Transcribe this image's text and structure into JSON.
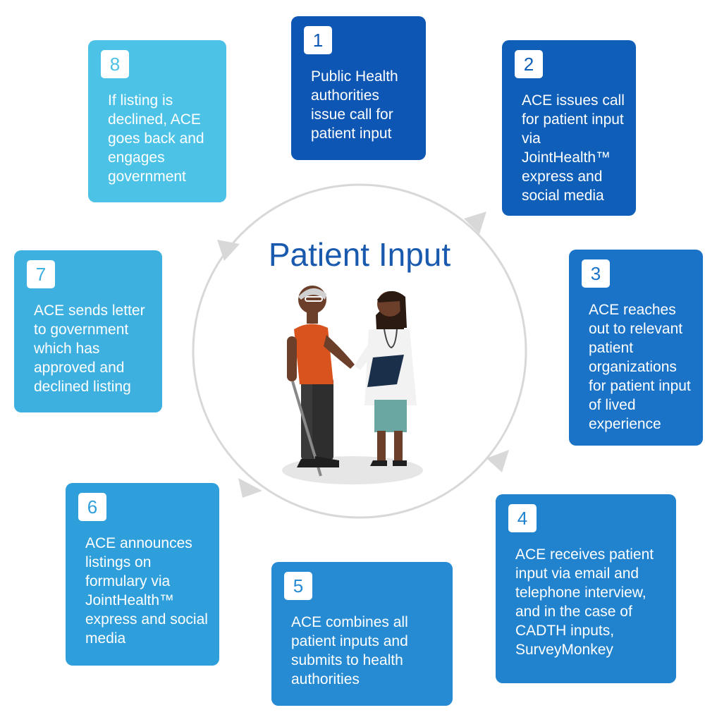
{
  "title": "Patient Input",
  "colors": {
    "step1": "#0d56b3",
    "step2": "#0f5fb8",
    "step3": "#1a73c6",
    "step4": "#2182ce",
    "step5": "#268bd2",
    "step6": "#2f9fdc",
    "step7": "#3eb0e0",
    "step8": "#4cc3e6",
    "title": "#1a5aae",
    "cycle": "#d8d8d8"
  },
  "steps": [
    {
      "number": "1",
      "text": "Public Health authorities issue call for patient input"
    },
    {
      "number": "2",
      "text": "ACE issues call for patient input via JointHealth™ express and social media"
    },
    {
      "number": "3",
      "text": "ACE reaches out to relevant patient organizations for patient input of lived experience"
    },
    {
      "number": "4",
      "text": "ACE receives patient input via email and telephone interview, and in the case of CADTH inputs, SurveyMonkey"
    },
    {
      "number": "5",
      "text": "ACE combines all patient inputs and submits to health authorities"
    },
    {
      "number": "6",
      "text": "ACE announces listings on formulary via JointHealth™ express and social media"
    },
    {
      "number": "7",
      "text": "ACE sends letter to government which has approved and declined listing"
    },
    {
      "number": "8",
      "text": "If listing is declined, ACE goes back and engages government"
    }
  ]
}
